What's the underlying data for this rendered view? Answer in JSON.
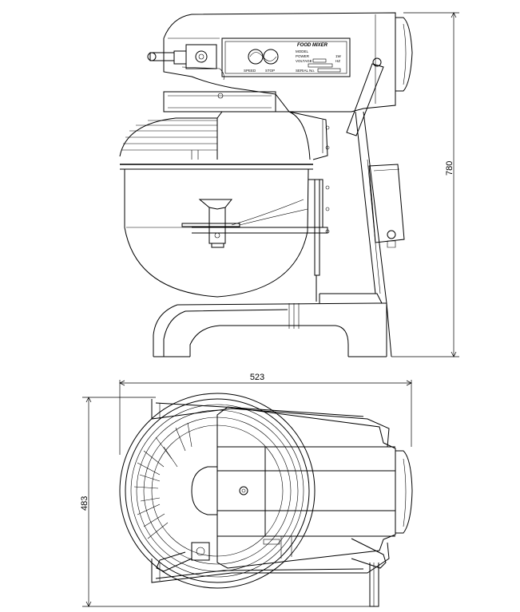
{
  "dimensions": {
    "height_label": "780",
    "width_label": "523",
    "depth_label": "483"
  },
  "nameplate": {
    "title": "FOOD MIXER",
    "model_label": "MODEL",
    "power_label": "POWER",
    "power_value": "1W",
    "voltage_label": "VOLTAGE",
    "hz_label": "HZ",
    "serial_label": "SERIAL No.",
    "speed_label": "SPEED",
    "stop_label": "STOP"
  }
}
